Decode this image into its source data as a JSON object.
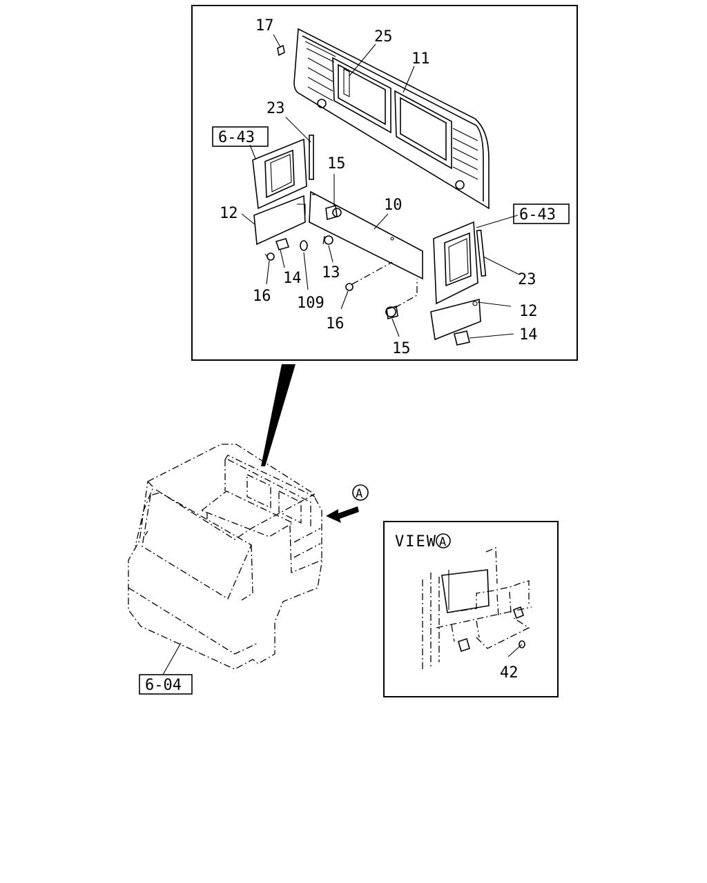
{
  "callouts": {
    "n17": "17",
    "n25": "25",
    "n11": "11",
    "n23_left": "23",
    "n15_top": "15",
    "n10": "10",
    "n12_left": "12",
    "n14_left": "14",
    "n13": "13",
    "n16_left": "16",
    "n109": "109",
    "n16_mid": "16",
    "n15_bottom": "15",
    "n23_right": "23",
    "n12_right": "12",
    "n14_right": "14",
    "n42": "42"
  },
  "references": {
    "ref_643_left": "6-43",
    "ref_643_right": "6-43",
    "ref_604": "6-04"
  },
  "view": {
    "marker": "A",
    "inset_title": "VIEW",
    "inset_marker": "A"
  }
}
